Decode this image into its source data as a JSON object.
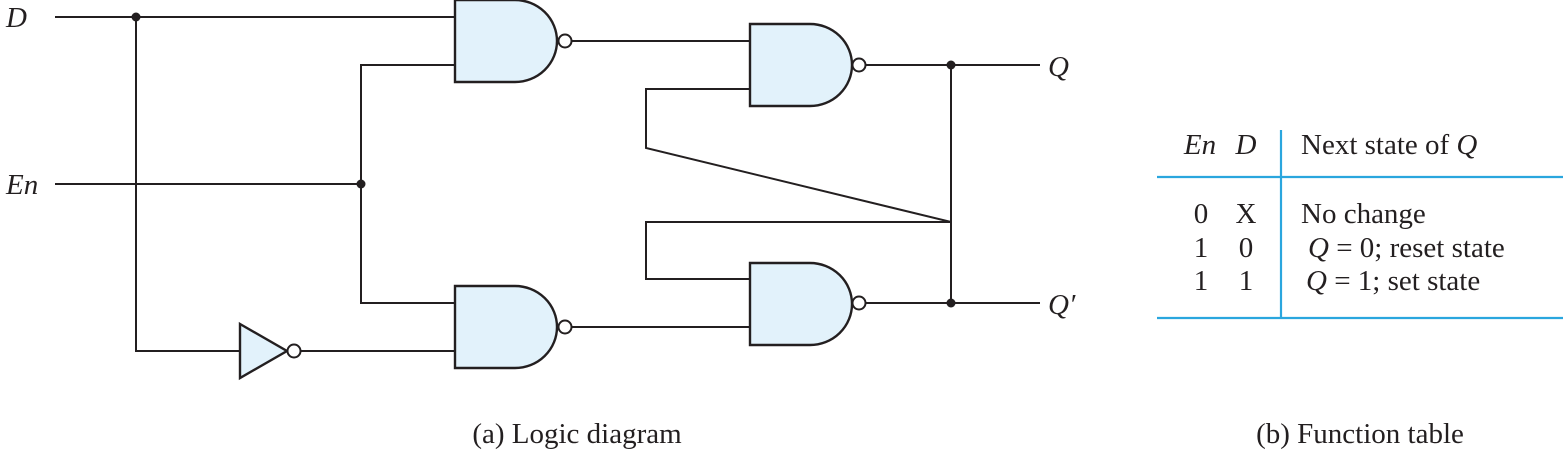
{
  "colors": {
    "gate_fill": "#e2f2fb",
    "ink": "#231f20",
    "table_rule": "#2aa6de"
  },
  "diagram": {
    "inputs": {
      "d": "D",
      "en": "En"
    },
    "outputs": {
      "q": "Q",
      "q_prime": "Q′"
    },
    "caption": "(a) Logic diagram"
  },
  "function_table": {
    "headers": {
      "en": "En",
      "d": "D",
      "next_state_text": "Next state of ",
      "next_state_var": "Q"
    },
    "rows": [
      {
        "en": "0",
        "d": "X",
        "text": "No change"
      },
      {
        "en": "1",
        "d": "0",
        "var": "Q",
        "text": " = 0; reset state"
      },
      {
        "en": "1",
        "d": "1",
        "var": "Q",
        "text": " = 1; set state"
      }
    ],
    "caption": "(b) Function table"
  }
}
